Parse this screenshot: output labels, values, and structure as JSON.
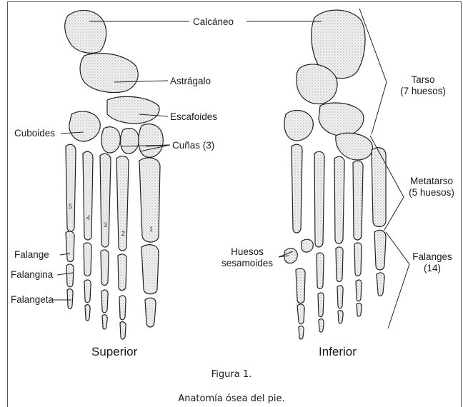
{
  "labels": {
    "calcaneo": "Calcáneo",
    "astragalo": "Astrágalo",
    "escafoides": "Escafoides",
    "cuboides": "Cuboides",
    "cunas": "Cuñas (3)",
    "falange": "Falange",
    "falangina": "Falangina",
    "falangeta": "Falangeta",
    "tarso_1": "Tarso",
    "tarso_2": "(7 huesos)",
    "metatarso_1": "Metatarso",
    "metatarso_2": "(5 huesos)",
    "falanges_1": "Falanges",
    "falanges_2": "(14)",
    "sesamoides_1": "Huesos",
    "sesamoides_2": "sesamoides"
  },
  "toe_numbers": [
    "1",
    "2",
    "3",
    "4",
    "5"
  ],
  "views": {
    "superior": "Superior",
    "inferior": "Inferior"
  },
  "caption": {
    "figure": "Figura 1.",
    "title": "Anatomía ósea del pie."
  }
}
